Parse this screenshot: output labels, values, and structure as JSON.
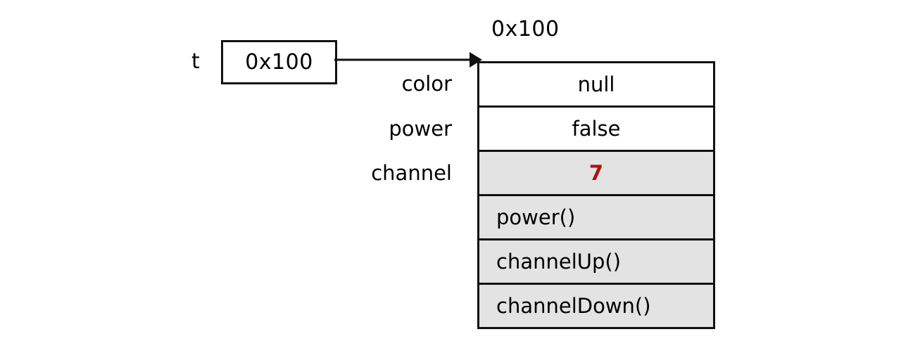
{
  "diagram": {
    "reference": {
      "name": "t",
      "value": "0x100"
    },
    "arrow": {
      "icon": "arrow-right-icon"
    },
    "object": {
      "address": "0x100",
      "fields": [
        {
          "name": "color",
          "value": "null",
          "shaded": false,
          "highlight": false
        },
        {
          "name": "power",
          "value": "false",
          "shaded": false,
          "highlight": false
        },
        {
          "name": "channel",
          "value": "7",
          "shaded": true,
          "highlight": true
        }
      ],
      "methods": [
        {
          "label": "power()"
        },
        {
          "label": "channelUp()"
        },
        {
          "label": "channelDown()"
        }
      ]
    }
  },
  "colors": {
    "highlight": "#b01010",
    "shaded_row": "#e3e3e3",
    "border": "#111111",
    "background": "#ffffff"
  }
}
